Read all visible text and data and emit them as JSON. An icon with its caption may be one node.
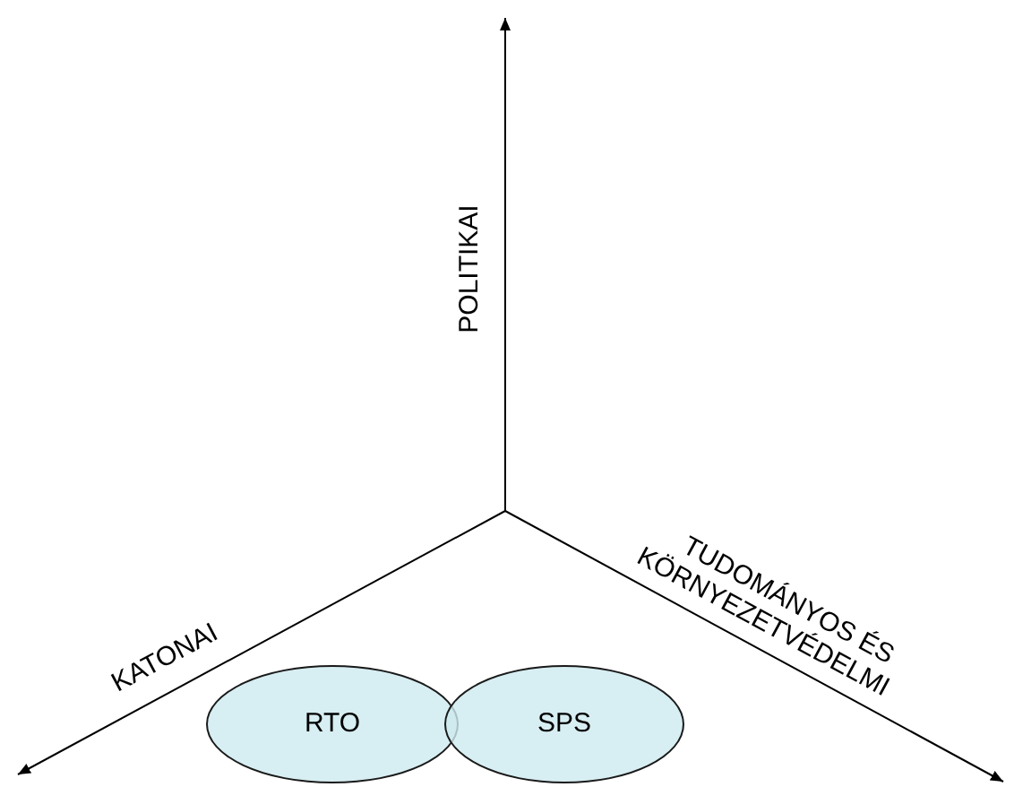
{
  "diagram": {
    "nodes": [
      {
        "text": [
          "RTO"
        ]
      },
      {
        "text": [
          "SPS"
        ]
      }
    ],
    "edges": [],
    "labels": [
      "POLITIKAI",
      "KATONAI",
      "TUDOMÁNYOS ÉS",
      "KÖRNYEZETVÉDELMI"
    ]
  }
}
